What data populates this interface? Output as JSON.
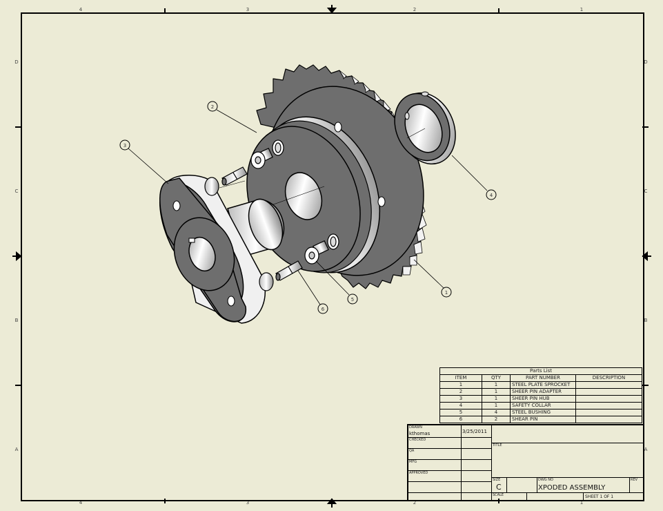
{
  "sheet": {
    "background_color": "#ECEBD6",
    "border_color": "#000000",
    "zones_top": [
      "4",
      "3",
      "2",
      "1"
    ],
    "zones_bottom": [
      "4",
      "3",
      "2",
      "1"
    ],
    "zones_left": [
      "D",
      "C",
      "B",
      "A"
    ],
    "zones_right": [
      "D",
      "C",
      "B",
      "A"
    ]
  },
  "drawing": {
    "view": "isometric exploded assembly",
    "shaded_face_color": "#6E6E6E",
    "highlight_color": "#FFFFFF",
    "balloons": [
      {
        "number": "1",
        "part": "STEEL PLATE SPROCKET"
      },
      {
        "number": "2",
        "part": "SHEER PIN ADAPTER"
      },
      {
        "number": "3",
        "part": "SHEER PIN HUB"
      },
      {
        "number": "4",
        "part": "SAFETY COLLAR"
      },
      {
        "number": "5",
        "part": "STEEL BUSHING"
      },
      {
        "number": "6",
        "part": "SHEAR PIN"
      }
    ]
  },
  "parts_list": {
    "title": "Parts List",
    "columns": [
      "ITEM",
      "QTY",
      "PART NUMBER",
      "DESCRIPTION"
    ],
    "rows": [
      {
        "item": "1",
        "qty": "1",
        "part_number": "STEEL PLATE SPROCKET",
        "description": ""
      },
      {
        "item": "2",
        "qty": "1",
        "part_number": "SHEER PIN ADAPTER",
        "description": ""
      },
      {
        "item": "3",
        "qty": "1",
        "part_number": "SHEER PIN HUB",
        "description": ""
      },
      {
        "item": "4",
        "qty": "1",
        "part_number": "SAFETY COLLAR",
        "description": ""
      },
      {
        "item": "5",
        "qty": "4",
        "part_number": "STEEL BUSHING",
        "description": ""
      },
      {
        "item": "6",
        "qty": "2",
        "part_number": "SHEAR PIN",
        "description": ""
      }
    ]
  },
  "title_block": {
    "drawn_label": "DRAWN",
    "drawn_by": "kthomas",
    "drawn_date": "3/25/2011",
    "checked_label": "CHECKED",
    "qa_label": "QA",
    "mfg_label": "MFG",
    "approved_label": "APPROVED",
    "title_label": "TITLE",
    "title_value": "",
    "size_label": "SIZE",
    "size_value": "C",
    "dwg_no_label": "DWG NO",
    "dwg_no_value": "XPODED ASSEMBLY",
    "rev_label": "REV",
    "rev_value": "",
    "scale_label": "SCALE",
    "sheet_text": "SHEET 1  OF 1"
  }
}
